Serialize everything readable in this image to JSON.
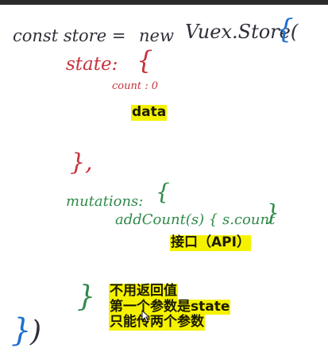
{
  "handwriting": {
    "line1_const": "const store =",
    "line1_new": "new",
    "line1_vuex": "Vuex.Store(",
    "line1_brace": "{",
    "state_key": "state:",
    "state_brace": "{",
    "count": "count : 0",
    "state_close": "},",
    "mutations_key": "mutations:",
    "mutations_brace": "{",
    "add_count": "addCount(s) { s.count",
    "add_count_close": "}",
    "mutations_close": "}",
    "store_close_brace": "}",
    "store_close_paren": ")"
  },
  "captions": {
    "data": "data",
    "api": "接口（API）",
    "note_line1": "不用返回值",
    "note_line2": "第一个参数是state",
    "note_line3": "只能传两个参数"
  },
  "colors": {
    "ink_dark": "#2f2f3a",
    "ink_red": "#c8323c",
    "ink_green": "#2f8a4a",
    "ink_blue": "#1f6fd1",
    "highlight": "#f5f200"
  }
}
